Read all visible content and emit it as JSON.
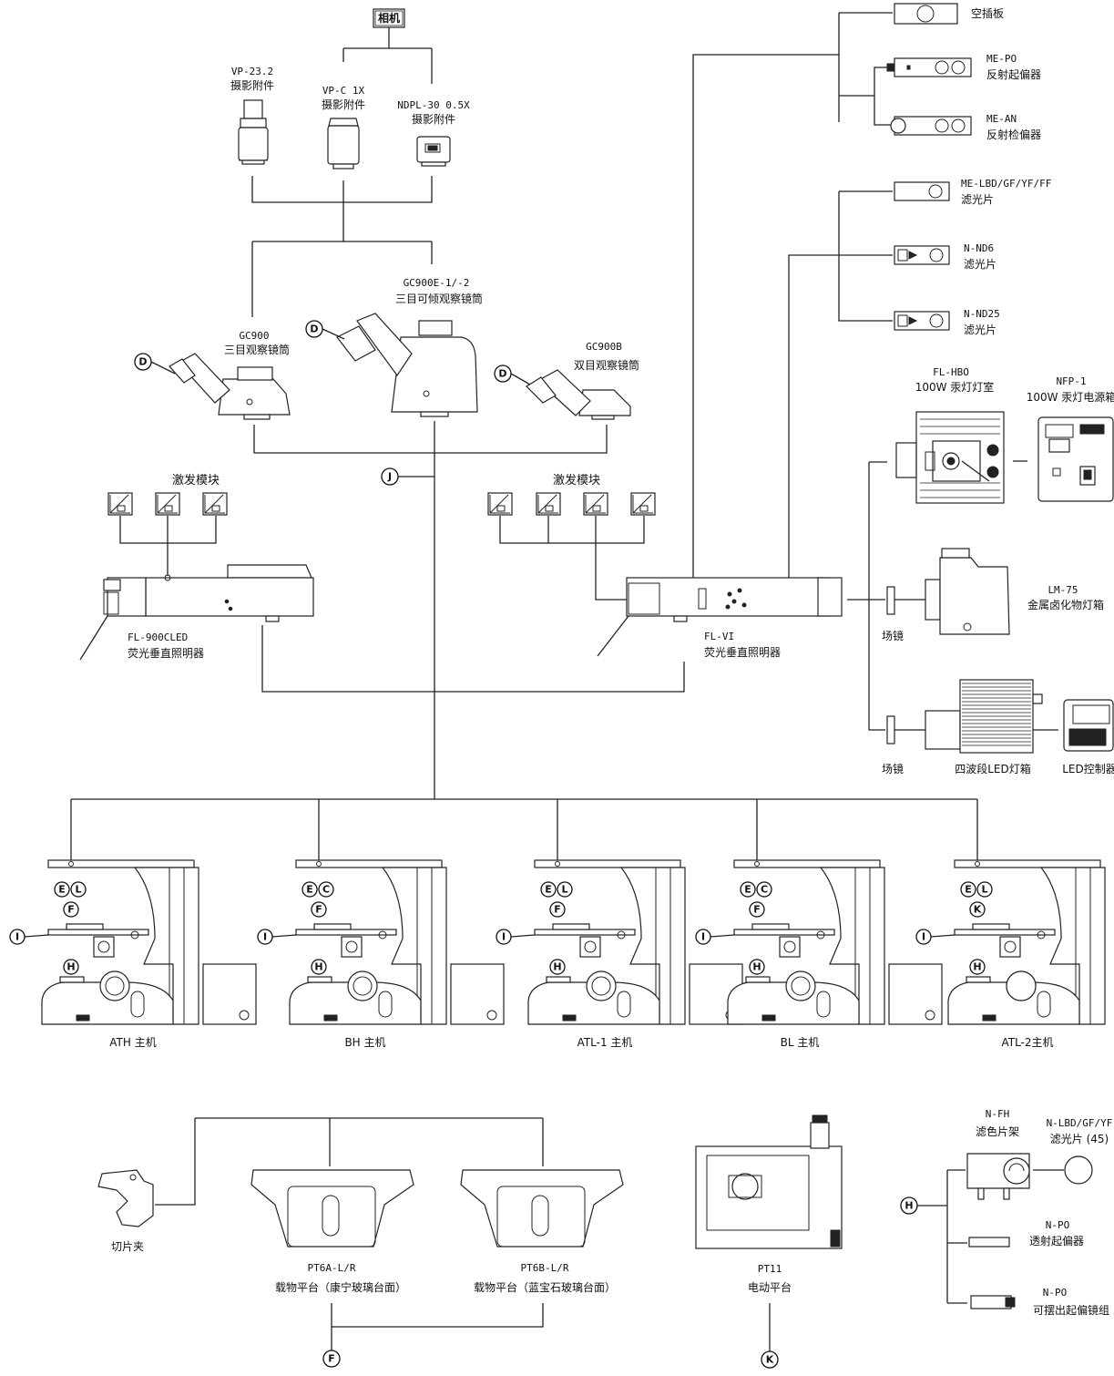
{
  "camera": {
    "label": "相机"
  },
  "photo_attachments": [
    {
      "model": "VP-23.2",
      "name": "摄影附件"
    },
    {
      "model": "VP-C 1X",
      "name": "摄影附件"
    },
    {
      "model": "NDPL-30 0.5X",
      "name": "摄影附件"
    }
  ],
  "tubes": [
    {
      "model": "GC900",
      "name": "三目观察镜筒"
    },
    {
      "model": "GC900E-1/-2",
      "name": "三目可倾观察镜筒"
    },
    {
      "model": "GC900B",
      "name": "双目观察镜筒"
    }
  ],
  "excitation": {
    "left": "激发模块",
    "right": "激发模块"
  },
  "illuminators": [
    {
      "model": "FL-900CLED",
      "name": "荧光垂直照明器"
    },
    {
      "model": "FL-VI",
      "name": "荧光垂直照明器"
    }
  ],
  "polarizer_items": [
    {
      "model": "",
      "name": "空插板"
    },
    {
      "model": "ME-PO",
      "name": "反射起偏器"
    },
    {
      "model": "ME-AN",
      "name": "反射检偏器"
    }
  ],
  "filter_items": [
    {
      "model": "ME-LBD/GF/YF/FF",
      "name": "滤光片"
    },
    {
      "model": "N-ND6",
      "name": "滤光片"
    },
    {
      "model": "N-ND25",
      "name": "滤光片"
    }
  ],
  "light_sources": {
    "hbo": {
      "model": "FL-HBO",
      "name": "100W 汞灯灯室"
    },
    "nfp": {
      "model": "NFP-1",
      "name": "100W 汞灯电源箱"
    },
    "lm75": {
      "model": "LM-75",
      "name": "金属卤化物灯箱"
    },
    "field_lens_1": "场镜",
    "field_lens_2": "场镜",
    "led_box": "四波段LED灯箱",
    "led_ctrl": "LED控制器"
  },
  "hosts": [
    "ATH 主机",
    "BH 主机",
    "ATL-1 主机",
    "BL 主机",
    "ATL-2主机"
  ],
  "badges": {
    "D": "D",
    "E": "E",
    "F": "F",
    "H": "H",
    "I": "I",
    "J": "J",
    "K": "K",
    "L": "L",
    "C": "C"
  },
  "host_top_badges": [
    [
      "E",
      "L"
    ],
    [
      "E",
      "C"
    ],
    [
      "E",
      "L"
    ],
    [
      "E",
      "C"
    ],
    [
      "E",
      "L"
    ]
  ],
  "stages": {
    "clip": "切片夹",
    "pt6a": {
      "model": "PT6A-L/R",
      "name": "载物平台（康宁玻璃台面）"
    },
    "pt6b": {
      "model": "PT6B-L/R",
      "name": "载物平台（蓝宝石玻璃台面）"
    },
    "pt11": {
      "model": "PT11",
      "name": "电动平台"
    }
  },
  "h_accessories": {
    "nfh": {
      "model": "N-FH",
      "name": "滤色片架"
    },
    "nlbd": {
      "model": "N-LBD/GF/YF",
      "name": "滤光片 (45)"
    },
    "npo1": {
      "model": "N-PO",
      "name": "透射起偏器"
    },
    "npo2": {
      "model": "N-PO",
      "name": "可摆出起偏镜组"
    }
  }
}
